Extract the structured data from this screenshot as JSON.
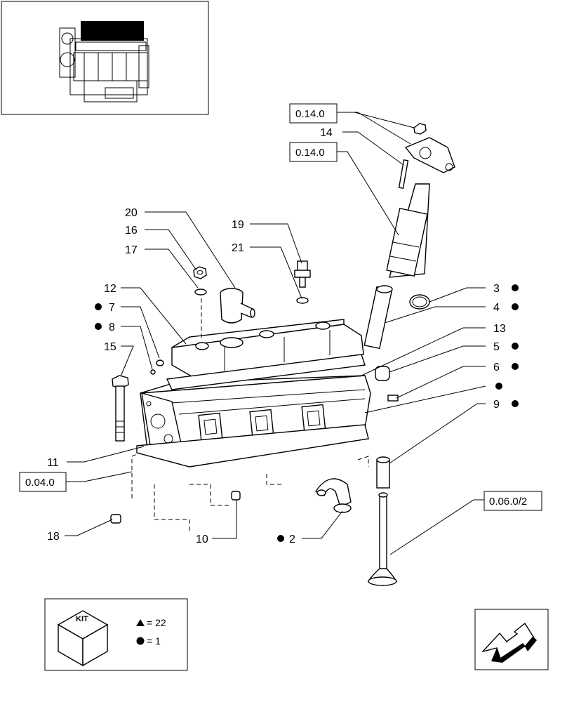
{
  "callouts": [
    {
      "id": "c1",
      "label": "20"
    },
    {
      "id": "c2",
      "label": "16"
    },
    {
      "id": "c3",
      "label": "17"
    },
    {
      "id": "c4",
      "label": "19"
    },
    {
      "id": "c5",
      "label": "21"
    },
    {
      "id": "c6",
      "label": "12"
    },
    {
      "id": "c7",
      "label": "7"
    },
    {
      "id": "c8",
      "label": "8"
    },
    {
      "id": "c9",
      "label": "15"
    },
    {
      "id": "c10",
      "label": "14"
    },
    {
      "id": "c11",
      "label": "3"
    },
    {
      "id": "c12",
      "label": "4"
    },
    {
      "id": "c13",
      "label": "13"
    },
    {
      "id": "c14",
      "label": "5"
    },
    {
      "id": "c15",
      "label": "6"
    },
    {
      "id": "c16",
      "label": "9"
    },
    {
      "id": "c17",
      "label": "11"
    },
    {
      "id": "c18",
      "label": "18"
    },
    {
      "id": "c19",
      "label": "10"
    },
    {
      "id": "c20",
      "label": "2"
    }
  ],
  "references": [
    {
      "id": "r1",
      "label": "0.14.0"
    },
    {
      "id": "r2",
      "label": "0.14.0"
    },
    {
      "id": "r3",
      "label": "0.04.0"
    },
    {
      "id": "r4",
      "label": "0.06.0/2"
    }
  ],
  "kit": {
    "box_label": "KIT",
    "triangle_legend": "= 22",
    "dot_legend": "= 1"
  }
}
